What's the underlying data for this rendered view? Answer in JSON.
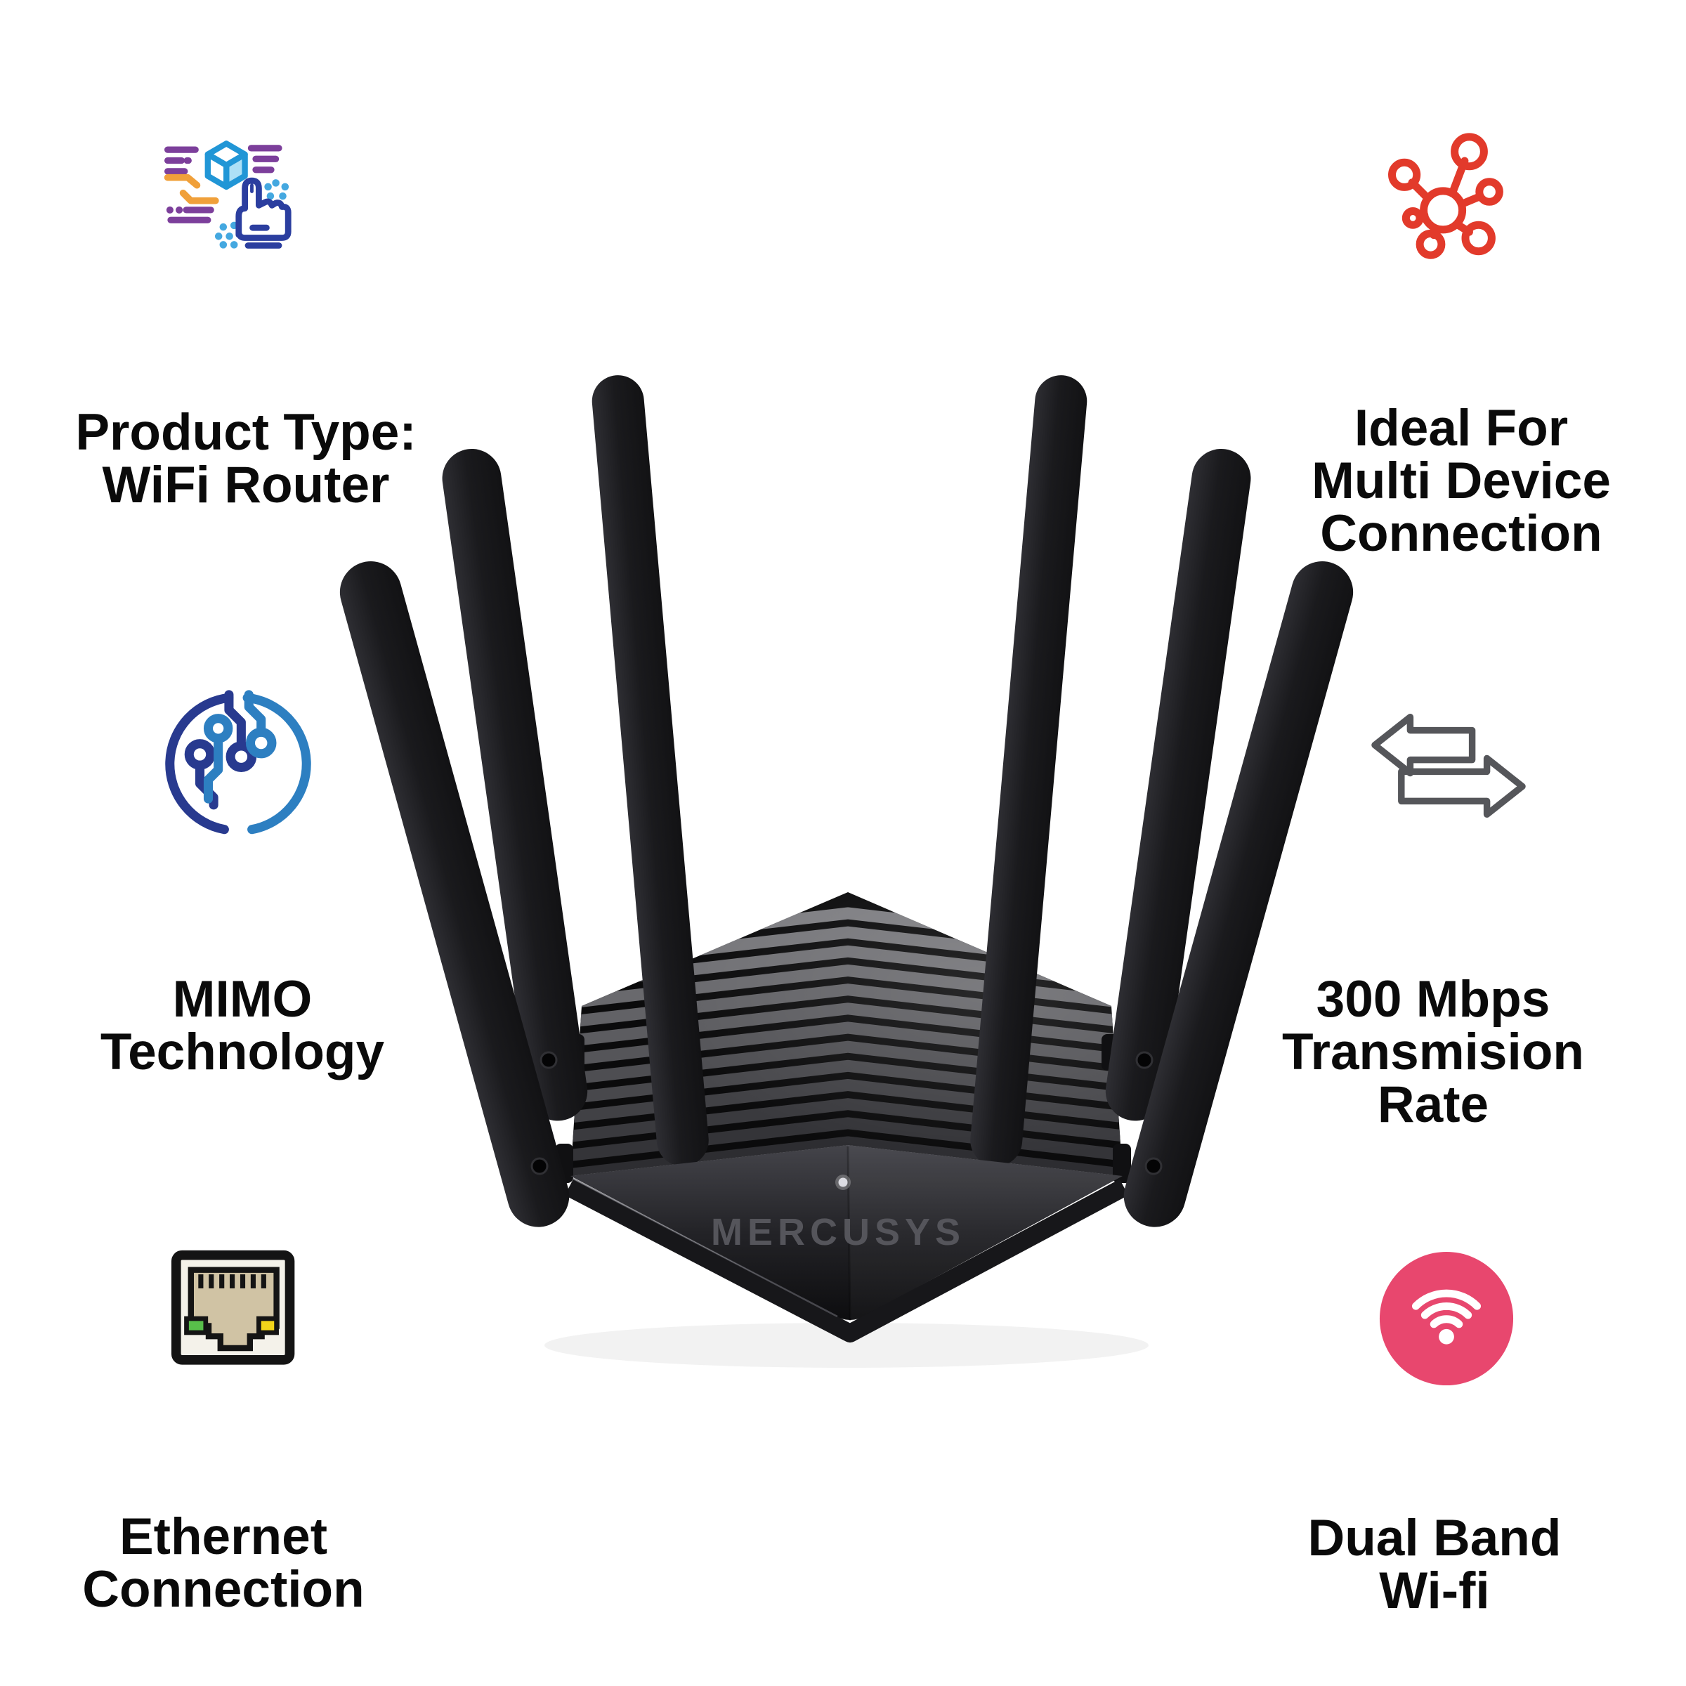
{
  "page": {
    "background_color": "#ffffff"
  },
  "product": {
    "brand": "MERCUSYS",
    "kind": "wifi-router",
    "antenna_count": 6,
    "body_color": "#141416",
    "logo_color": "#55555b",
    "led_color": "#dcdce2"
  },
  "features": [
    {
      "id": "product-type",
      "icon": "product-selection-icon",
      "lines": [
        "Product Type:",
        "WiFi Router"
      ]
    },
    {
      "id": "multi-device",
      "icon": "network-hub-icon",
      "lines": [
        "Ideal For",
        "Multi Device",
        "Connection"
      ]
    },
    {
      "id": "mimo",
      "icon": "circuit-circle-icon",
      "lines": [
        "MIMO",
        "Technology"
      ]
    },
    {
      "id": "transmission-rate",
      "icon": "transfer-arrows-icon",
      "lines": [
        "300 Mbps",
        "Transmision",
        "Rate"
      ]
    },
    {
      "id": "ethernet",
      "icon": "ethernet-port-icon",
      "lines": [
        "Ethernet",
        "Connection"
      ]
    },
    {
      "id": "dual-band",
      "icon": "wifi-badge-icon",
      "lines": [
        "Dual Band",
        "Wi-fi"
      ]
    }
  ],
  "colors": {
    "text": "#0a0a0a",
    "hub_red": "#e23a2b",
    "circuit_navy": "#283a8f",
    "circuit_blue": "#2d7fc1",
    "arrows_gray": "#55565a",
    "wifi_pink": "#e8476e",
    "ethernet_tan": "#d0c3a4",
    "ethernet_green": "#58bf4a",
    "ethernet_yellow": "#f2d41a",
    "icon_purple": "#7c3f9b",
    "icon_orange": "#f0a03a",
    "icon_blue": "#2196d6",
    "icon_navy": "#2b3e9f",
    "icon_lightblue": "#44a8e0"
  }
}
